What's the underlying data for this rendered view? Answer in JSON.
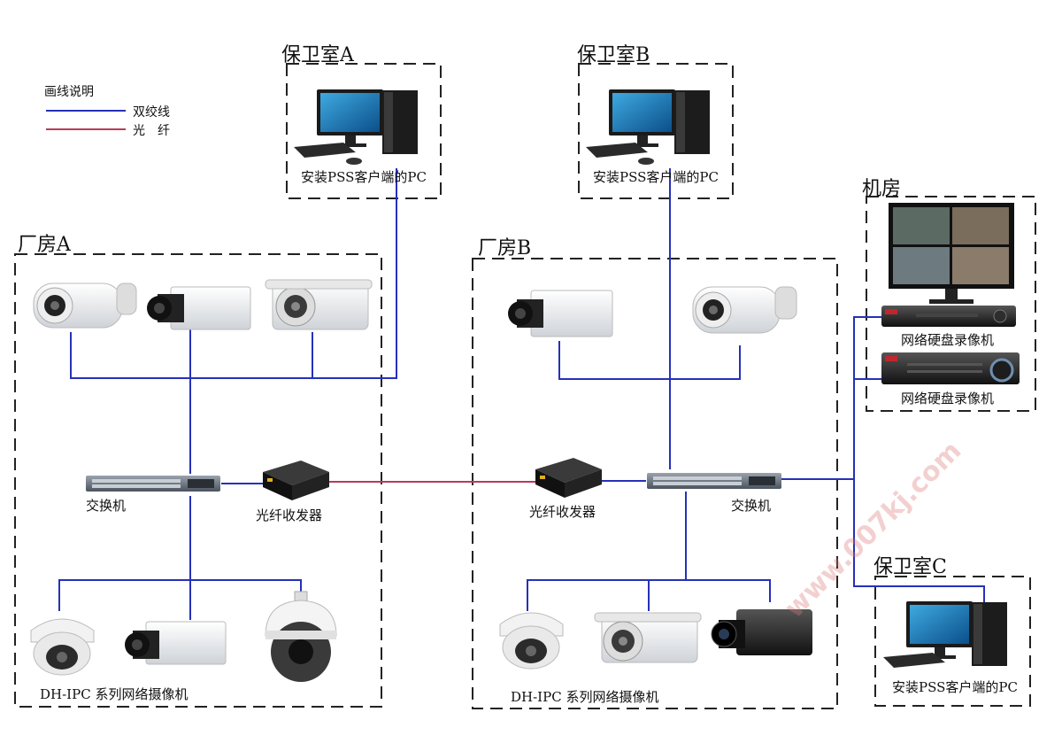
{
  "legend": {
    "title": "画线说明",
    "twisted_pair": "双绞线",
    "fiber": "光　纤",
    "twisted_pair_color": "#2631b8",
    "fiber_color": "#b83a5c"
  },
  "regions": {
    "guard_a": {
      "title": "保卫室A",
      "pc_label": "安装PSS客户端的PC"
    },
    "guard_b": {
      "title": "保卫室B",
      "pc_label": "安装PSS客户端的PC"
    },
    "guard_c": {
      "title": "保卫室C",
      "pc_label": "安装PSS客户端的PC"
    },
    "plant_a": {
      "title": "厂房A",
      "switch_label": "交换机",
      "transceiver_label": "光纤收发器",
      "ipc_label": "DH-IPC 系列网络摄像机"
    },
    "plant_b": {
      "title": "厂房B",
      "switch_label": "交换机",
      "transceiver_label": "光纤收发器",
      "ipc_label": "DH-IPC 系列网络摄像机"
    },
    "server_room": {
      "title": "机房",
      "nvr1_label": "网络硬盘录像机",
      "nvr2_label": "网络硬盘录像机"
    }
  },
  "watermark": "www.007kj.com"
}
